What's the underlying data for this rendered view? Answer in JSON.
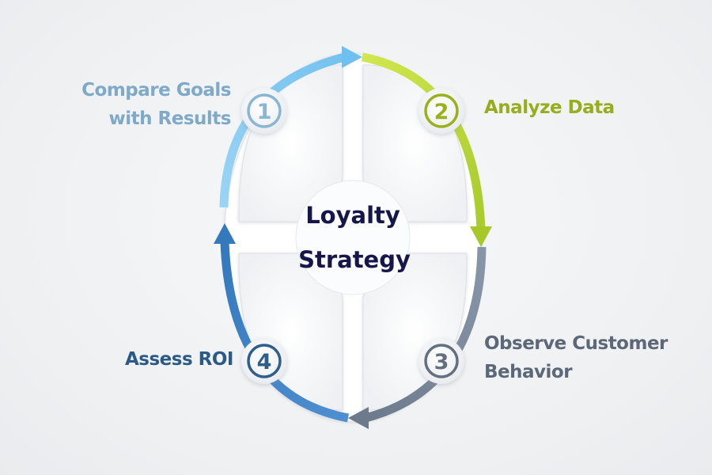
{
  "diagram": {
    "center_title": [
      "Loyalty",
      "Strategy"
    ],
    "steps": [
      {
        "number": "1",
        "label": [
          "Compare Goals",
          "with Results"
        ],
        "color": "#8ab6d6",
        "arrow_color": "#8dcff4"
      },
      {
        "number": "2",
        "label": [
          "Analyze Data"
        ],
        "color": "#9bb11c",
        "arrow_color": "#c3dc3f"
      },
      {
        "number": "3",
        "label": [
          "Observe Customer",
          "Behavior"
        ],
        "color": "#626f80",
        "arrow_color": "#7b8899"
      },
      {
        "number": "4",
        "label": [
          "Assess ROI"
        ],
        "color": "#2d5e8c",
        "arrow_color": "#3f83c6"
      }
    ],
    "colors": {
      "center_text": "#16164a",
      "background": "#f1f2f4",
      "panel": "#fafbfc"
    }
  }
}
